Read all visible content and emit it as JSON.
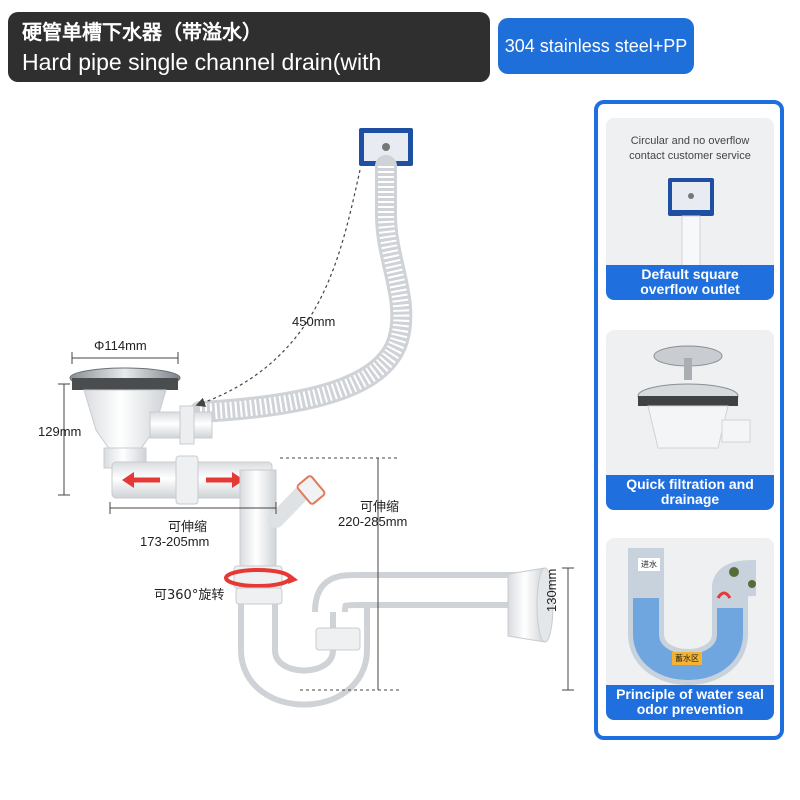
{
  "header": {
    "title_zh": "硬管单槽下水器（带溢水）",
    "title_en": "Hard pipe single channel drain(with overflow)",
    "material": "304 stainless steel+PP"
  },
  "dimensions": {
    "hose_length": "450mm",
    "strainer_diameter": "Φ114mm",
    "body_height": "129mm",
    "horizontal_extend_label": "可伸缩",
    "horizontal_extend_range": "173-205mm",
    "vertical_extend_label": "可伸缩",
    "vertical_extend_range": "220-285mm",
    "rotation": "可360°旋转",
    "trap_height": "130mm"
  },
  "side_panel": {
    "overflow_note_line1": "Circular and no overflow",
    "overflow_note_line2": "contact customer service",
    "card1_caption_line1": "Default square",
    "card1_caption_line2": "overflow outlet",
    "card2_caption_line1": "Quick filtration and",
    "card2_caption_line2": "drainage",
    "card3_tag_in": "进水",
    "card3_tag_seal": "蓄水区",
    "card3_caption_line1": "Principle of water seal",
    "card3_caption_line2": "odor prevention"
  },
  "colors": {
    "title_bg": "#2f2f2f",
    "accent_blue": "#1e6fd9",
    "arrow_red": "#e53935",
    "pipe_white": "#f4f5f6"
  }
}
